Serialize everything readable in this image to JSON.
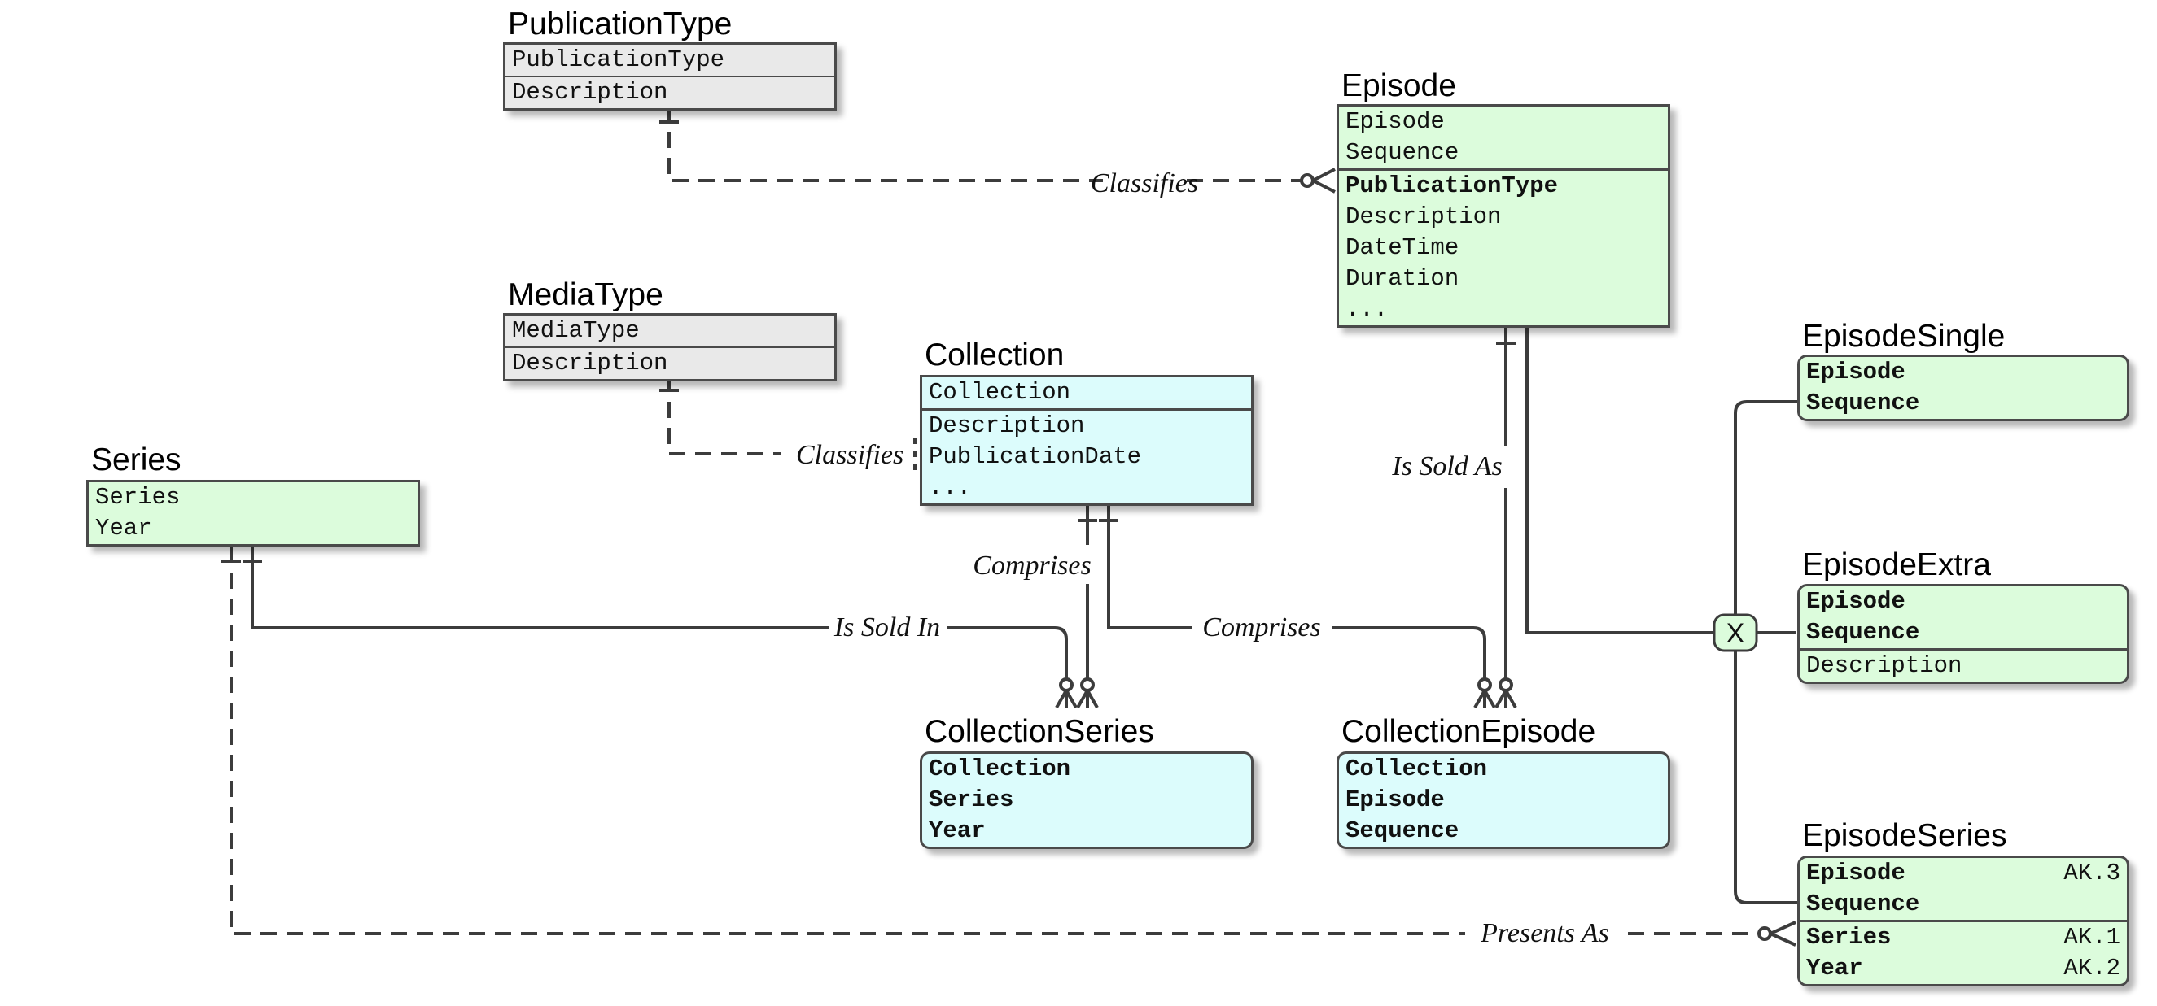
{
  "entities": {
    "publication_type": {
      "title": "PublicationType",
      "rows": [
        "PublicationType",
        "Description"
      ]
    },
    "media_type": {
      "title": "MediaType",
      "rows": [
        "MediaType",
        "Description"
      ]
    },
    "series": {
      "title": "Series",
      "rows": [
        "Series",
        "Year"
      ]
    },
    "collection": {
      "title": "Collection",
      "keys": [
        "Collection"
      ],
      "rows": [
        "Description",
        "PublicationDate",
        "..."
      ]
    },
    "episode": {
      "title": "Episode",
      "keys": [
        "Episode",
        "Sequence"
      ],
      "rows": [
        "PublicationType",
        "Description",
        "DateTime",
        "Duration",
        "..."
      ]
    },
    "collection_series": {
      "title": "CollectionSeries",
      "keys": [
        "Collection",
        "Series",
        "Year"
      ]
    },
    "collection_episode": {
      "title": "CollectionEpisode",
      "keys": [
        "Collection",
        "Episode",
        "Sequence"
      ]
    },
    "episode_single": {
      "title": "EpisodeSingle",
      "keys": [
        "Episode",
        "Sequence"
      ]
    },
    "episode_extra": {
      "title": "EpisodeExtra",
      "keys": [
        "Episode",
        "Sequence"
      ],
      "rows": [
        "Description"
      ]
    },
    "episode_series": {
      "title": "EpisodeSeries",
      "keys": [
        {
          "name": "Episode",
          "tag": "AK.3"
        },
        {
          "name": "Sequence",
          "tag": ""
        }
      ],
      "rows": [
        {
          "name": "Series",
          "tag": "AK.1"
        },
        {
          "name": "Year",
          "tag": "AK.2"
        }
      ]
    }
  },
  "relationships": {
    "classifies_publication": "Classifies",
    "classifies_media": "Classifies",
    "is_sold_in": "Is Sold In",
    "comprises_series": "Comprises",
    "comprises_episode": "Comprises",
    "is_sold_as": "Is Sold As",
    "presents_as": "Presents As"
  },
  "subtype_marker": "X",
  "colors": {
    "line": "#3c3c3c",
    "gray_fill": "#e9e9e9",
    "green_fill": "#dcfcdc",
    "cyan_fill": "#dcfcfc"
  }
}
